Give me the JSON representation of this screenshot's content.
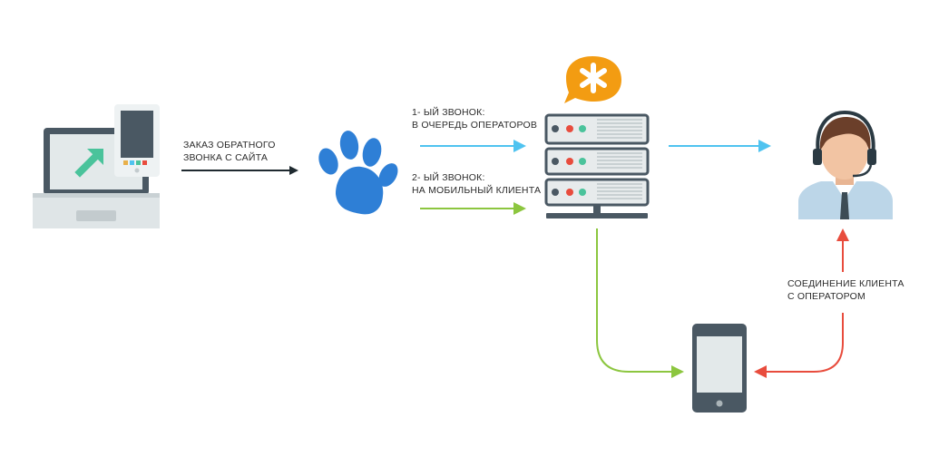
{
  "labels": {
    "order_line1": "ЗАКАЗ ОБРАТНОГО",
    "order_line2": "ЗВОНКА С САЙТА",
    "call1_line1": "1- ЫЙ ЗВОНОК:",
    "call1_line2": "В ОЧЕРЕДЬ ОПЕРАТОРОВ",
    "call2_line1": "2- ЫЙ ЗВОНОК:",
    "call2_line2": "НА МОБИЛЬНЫЙ КЛИЕНТА",
    "connect_line1": "СОЕДИНЕНИЕ КЛИЕНТА",
    "connect_line2": "С ОПЕРАТОРОМ"
  },
  "nodes": {
    "devices": "laptop-and-tablet-icon",
    "service": "paw-icon",
    "pbx": "asterisk-server-icon",
    "operator": "operator-headset-icon",
    "client_phone": "smartphone-icon"
  },
  "colors": {
    "arrow_dark": "#1f2a30",
    "arrow_blue": "#4fc3f0",
    "arrow_green": "#8cc63f",
    "arrow_red": "#e84c3d",
    "paw_blue": "#2e7fd6",
    "asterisk_orange": "#f39c12"
  }
}
